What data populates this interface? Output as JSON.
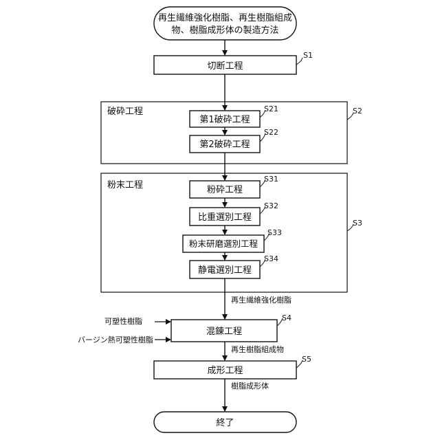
{
  "start": [
    "再生繊維強化樹脂、再生樹脂組成",
    "物、樹脂成形体の製造方法"
  ],
  "s1": {
    "label": "切断工程",
    "tag": "S1"
  },
  "s2": {
    "label": "破砕工程",
    "tag": "S2",
    "steps": [
      {
        "label": "第1破砕工程",
        "tag": "S21"
      },
      {
        "label": "第2破砕工程",
        "tag": "S22"
      }
    ]
  },
  "s3": {
    "label": "粉末工程",
    "tag": "S3",
    "steps": [
      {
        "label": "粉砕工程",
        "tag": "S31"
      },
      {
        "label": "比重選別工程",
        "tag": "S32"
      },
      {
        "label": "粉末研磨選別工程",
        "tag": "S33"
      },
      {
        "label": "静電選別工程",
        "tag": "S34"
      }
    ]
  },
  "flow_labels": {
    "after_s3": "再生繊維強化樹脂",
    "after_s4": "再生樹脂組成物",
    "after_s5": "樹脂成形体"
  },
  "s4": {
    "label": "混錬工程",
    "tag": "S4",
    "inputs": [
      "可塑性樹脂",
      "バージン熱可塑性樹脂"
    ]
  },
  "s5": {
    "label": "成形工程",
    "tag": "S5"
  },
  "end": "終了"
}
